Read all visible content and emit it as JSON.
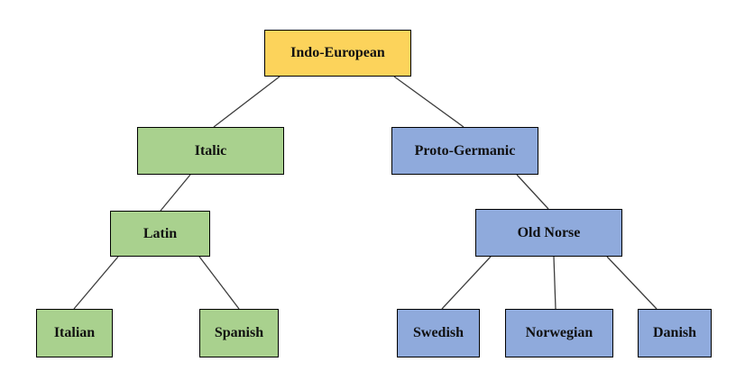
{
  "diagram": {
    "type": "tree",
    "topic": "Indo-European language family tree",
    "palette": {
      "root_fill": "#fcd35b",
      "green_fill": "#a9d18e",
      "blue_fill": "#8faadc",
      "border_color": "#000000",
      "line_color": "#3d3d3d",
      "text_color": "#111111",
      "background": "#ffffff"
    },
    "nodes": [
      {
        "id": "indo-european",
        "label": "Indo-European",
        "family": "root",
        "level": 0
      },
      {
        "id": "italic",
        "label": "Italic",
        "family": "green",
        "level": 1
      },
      {
        "id": "proto-germanic",
        "label": "Proto-Germanic",
        "family": "blue",
        "level": 1
      },
      {
        "id": "latin",
        "label": "Latin",
        "family": "green",
        "level": 2
      },
      {
        "id": "old-norse",
        "label": "Old Norse",
        "family": "blue",
        "level": 2
      },
      {
        "id": "italian",
        "label": "Italian",
        "family": "green",
        "level": 3
      },
      {
        "id": "spanish",
        "label": "Spanish",
        "family": "green",
        "level": 3
      },
      {
        "id": "swedish",
        "label": "Swedish",
        "family": "blue",
        "level": 3
      },
      {
        "id": "norwegian",
        "label": "Norwegian",
        "family": "blue",
        "level": 3
      },
      {
        "id": "danish",
        "label": "Danish",
        "family": "blue",
        "level": 3
      }
    ],
    "edges": [
      {
        "from": "indo-european",
        "to": "italic"
      },
      {
        "from": "indo-european",
        "to": "proto-germanic"
      },
      {
        "from": "italic",
        "to": "latin"
      },
      {
        "from": "latin",
        "to": "italian"
      },
      {
        "from": "latin",
        "to": "spanish"
      },
      {
        "from": "proto-germanic",
        "to": "old-norse"
      },
      {
        "from": "old-norse",
        "to": "swedish"
      },
      {
        "from": "old-norse",
        "to": "norwegian"
      },
      {
        "from": "old-norse",
        "to": "danish"
      }
    ]
  }
}
